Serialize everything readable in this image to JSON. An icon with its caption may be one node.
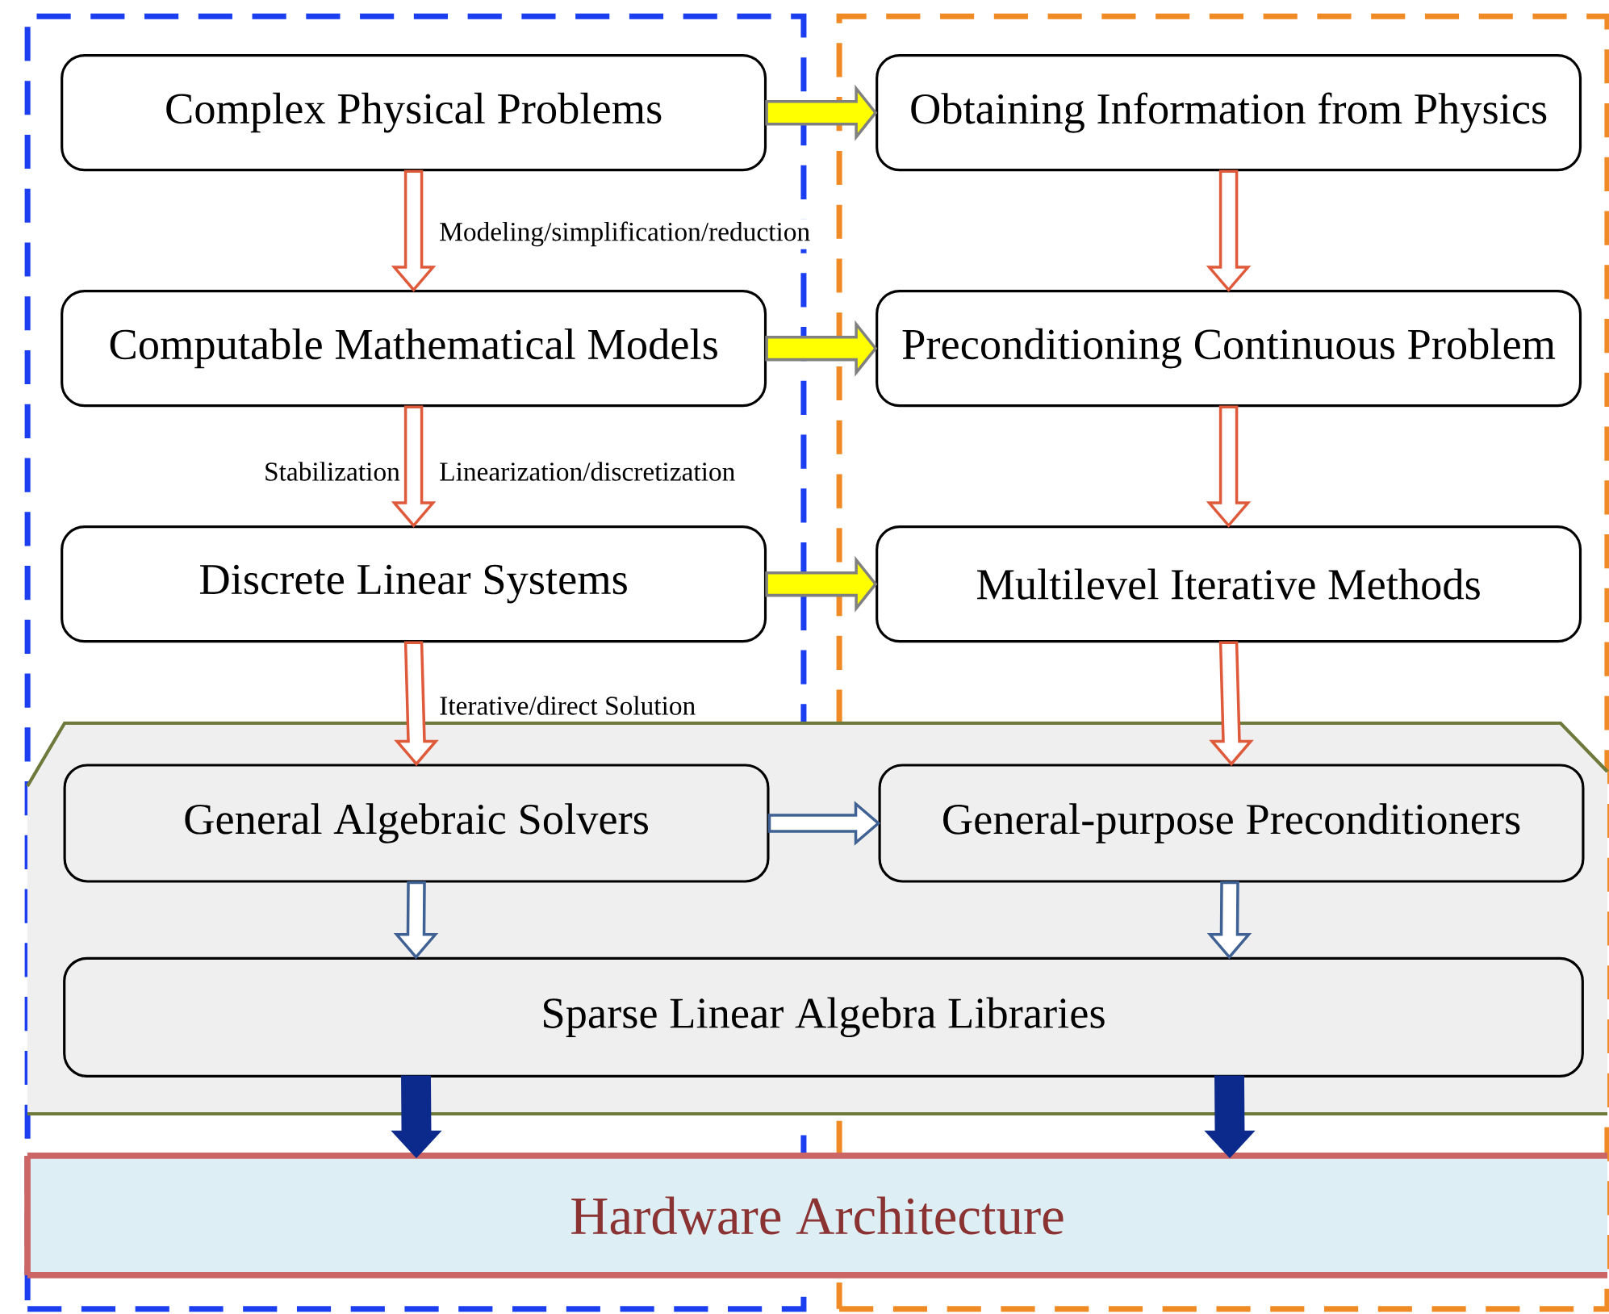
{
  "diagram": {
    "nodes": [
      {
        "text": [],
        "shape": "box"
      },
      {
        "text": [],
        "shape": "box"
      },
      {
        "text": [
          "Complex Physical Problems"
        ],
        "in": 0
      },
      {
        "text": [
          "Obtaining Information from Physics"
        ],
        "in": 1
      },
      {
        "text": [
          "Computable Mathematical Models"
        ],
        "in": 0
      },
      {
        "text": [
          "Preconditioning Continuous Problem"
        ],
        "in": 1
      },
      {
        "text": [
          "Discrete Linear Systems"
        ],
        "in": 0
      },
      {
        "text": [
          "Multilevel Iterative Methods"
        ],
        "in": 1
      },
      {
        "text": [],
        "shape": "box"
      },
      {
        "text": [
          "General Algebraic Solvers"
        ]
      },
      {
        "text": [
          "General-purpose Preconditioners"
        ]
      },
      {
        "text": [
          "Sparse Linear Algebra Libraries"
        ],
        "in": 8
      },
      {
        "text": [
          "Hardware Architecture"
        ]
      }
    ],
    "edges": [
      {
        "from": 2,
        "to": 3,
        "arrow": "to",
        "color": "#ffff00"
      },
      {
        "from": 2,
        "to": 4,
        "arrow": "to",
        "label": "Modeling/simplification/reduction"
      },
      {
        "from": 3,
        "to": 5,
        "arrow": "to"
      },
      {
        "from": 4,
        "to": 5,
        "arrow": "to",
        "color": "#ffff00"
      },
      {
        "from": 4,
        "to": 6,
        "arrow": "to",
        "label": "Linearization/discretization"
      },
      {
        "from": 5,
        "to": 7,
        "arrow": "to"
      },
      {
        "from": 6,
        "to": 7,
        "arrow": "to",
        "color": "#ffff00"
      },
      {
        "from": 6,
        "to": 9,
        "arrow": "to",
        "label": "Iterative/direct Solution"
      },
      {
        "from": 7,
        "to": 10,
        "arrow": "to"
      },
      {
        "from": 9,
        "to": 10,
        "arrow": "to",
        "color": "#3f6193"
      },
      {
        "from": 9,
        "to": 11,
        "arrow": "to",
        "color": "#3f6193"
      },
      {
        "from": 10,
        "to": 11,
        "arrow": "to",
        "color": "#3f6193"
      },
      {
        "from": 11,
        "to": 12,
        "arrow": "to",
        "color": "#0b2a8c",
        "style": "thick"
      },
      {
        "from": 11,
        "to": 12,
        "arrow": "to",
        "color": "#0b2a8c",
        "style": "thick"
      }
    ],
    "labels": [
      "Stabilization"
    ]
  }
}
